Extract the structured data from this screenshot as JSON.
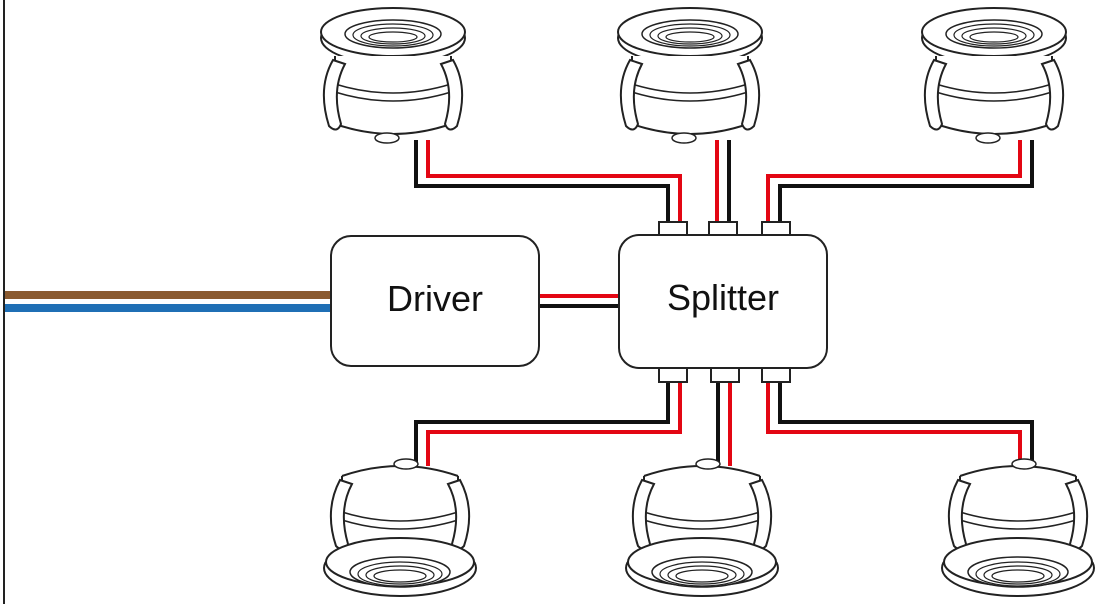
{
  "diagram": {
    "driver_label": "Driver",
    "splitter_label": "Splitter",
    "colors": {
      "outline": "#222222",
      "wire_black": "#111111",
      "wire_red": "#e30613",
      "mains_brown": "#8a5a30",
      "mains_blue": "#1f6fb5",
      "background": "#ffffff"
    },
    "downlights_top_count": 3,
    "downlights_bottom_count": 3
  }
}
